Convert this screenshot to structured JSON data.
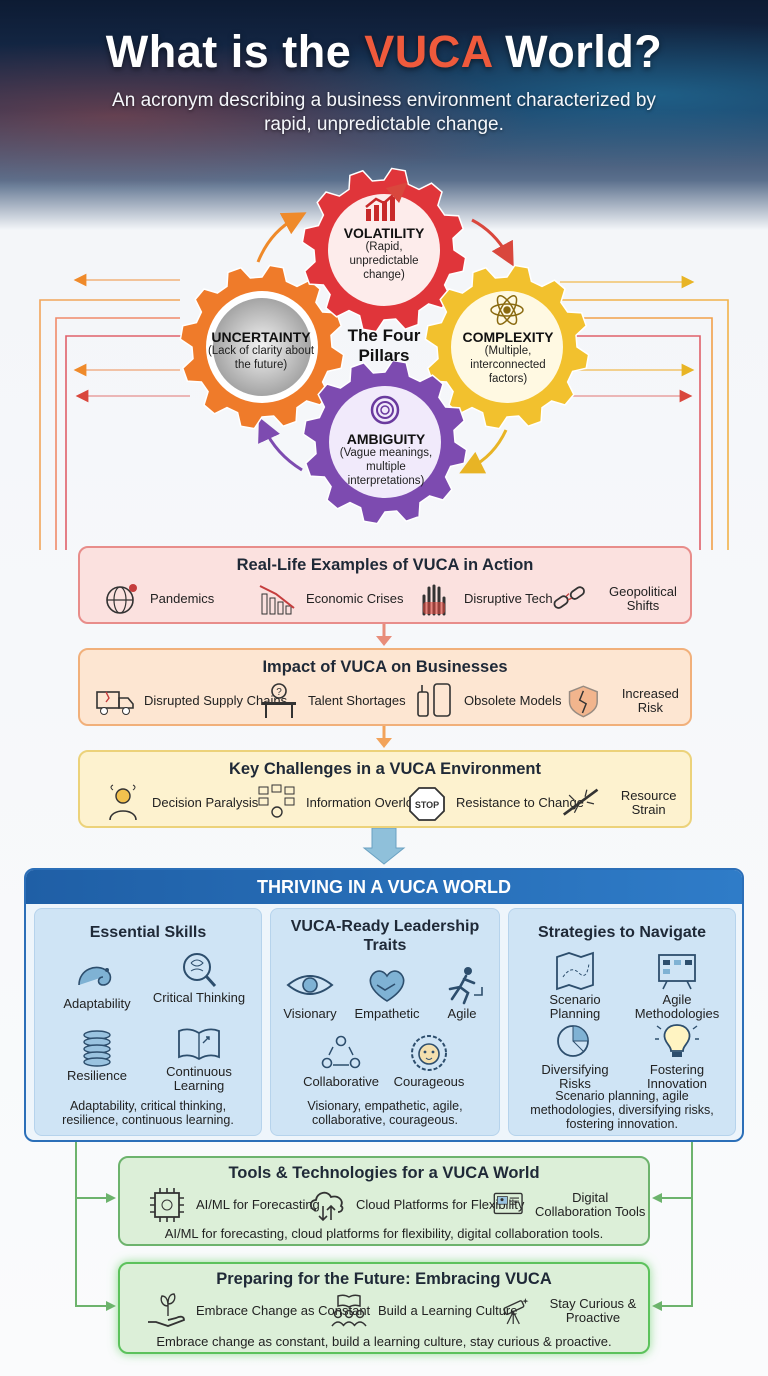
{
  "header": {
    "title_part1": "What is the ",
    "title_accent": "VUCA",
    "title_part2": " World?",
    "subtitle": "An acronym describing a business environment characterized by rapid, unpredictable change."
  },
  "pillars": {
    "center_label": "The Four Pillars",
    "volatility": {
      "name": "VOLATILITY",
      "desc": "(Rapid, unpredictable change)"
    },
    "uncertainty": {
      "name": "UNCERTAINTY",
      "desc": "(Lack of clarity about the future)"
    },
    "complexity": {
      "name": "COMPLEXITY",
      "desc": "(Multiple, interconnected factors)"
    },
    "ambiguity": {
      "name": "AMBIGUITY",
      "desc": "(Vague meanings, multiple interpretations)"
    }
  },
  "examples": {
    "title": "Real-Life Examples of VUCA in Action",
    "items": [
      "Pandemics",
      "Economic Crises",
      "Disruptive Tech",
      "Geopolitical Shifts"
    ]
  },
  "impact": {
    "title": "Impact of VUCA on Businesses",
    "items": [
      "Disrupted Supply Chains",
      "Talent Shortages",
      "Obsolete Models",
      "Increased Risk"
    ]
  },
  "challenges": {
    "title": "Key Challenges in a VUCA Environment",
    "items": [
      "Decision Paralysis",
      "Information Overload",
      "Resistance to Change",
      "Resource Strain"
    ]
  },
  "thriving": {
    "title": "THRIVING IN A VUCA WORLD",
    "skills": {
      "title": "Essential Skills",
      "items": [
        "Adaptability",
        "Critical Thinking",
        "Resilience",
        "Continuous Learning"
      ],
      "summary": "Adaptability, critical thinking, resilience, continuous learning."
    },
    "traits": {
      "title": "VUCA-Ready Leadership Traits",
      "items": [
        "Visionary",
        "Empathetic",
        "Agile",
        "Collaborative",
        "Courageous"
      ],
      "summary": "Visionary, empathetic, agile, collaborative, courageous."
    },
    "strategies": {
      "title": "Strategies to Navigate",
      "items": [
        "Scenario Planning",
        "Agile Methodologies",
        "Diversifying Risks",
        "Fostering Innovation"
      ],
      "summary": "Scenario planning, agile methodologies, diversifying risks, fostering innovation."
    }
  },
  "tools": {
    "title": "Tools & Technologies for a VUCA World",
    "items": [
      "AI/ML for Forecasting",
      "Cloud Platforms for Flexibility",
      "Digital Collaboration Tools"
    ],
    "summary": "AI/ML for forecasting, cloud platforms for flexibility, digital collaboration tools."
  },
  "future": {
    "title": "Preparing for the Future: Embracing VUCA",
    "items": [
      "Embrace Change as Constant",
      "Build a Learning Culture",
      "Stay Curious & Proactive"
    ],
    "summary": "Embrace change as constant, build a learning culture, stay curious & proactive."
  },
  "colors": {
    "volatility": "#e0353a",
    "uncertainty": "#ef7b2a",
    "complexity": "#f2c12e",
    "ambiguity": "#7d4bb0",
    "thriving": "#2c6fb8",
    "green": "#6db36d"
  },
  "icons": {
    "examples": [
      "globe-virus-icon",
      "falling-chart-icon",
      "robot-hand-icon",
      "broken-chain-icon"
    ],
    "impact": [
      "broken-truck-icon",
      "empty-desk-icon",
      "old-phone-icon",
      "cracked-shield-icon"
    ],
    "challenges": [
      "confused-person-icon",
      "info-overload-icon",
      "stop-sign-icon",
      "frayed-rope-icon"
    ]
  }
}
